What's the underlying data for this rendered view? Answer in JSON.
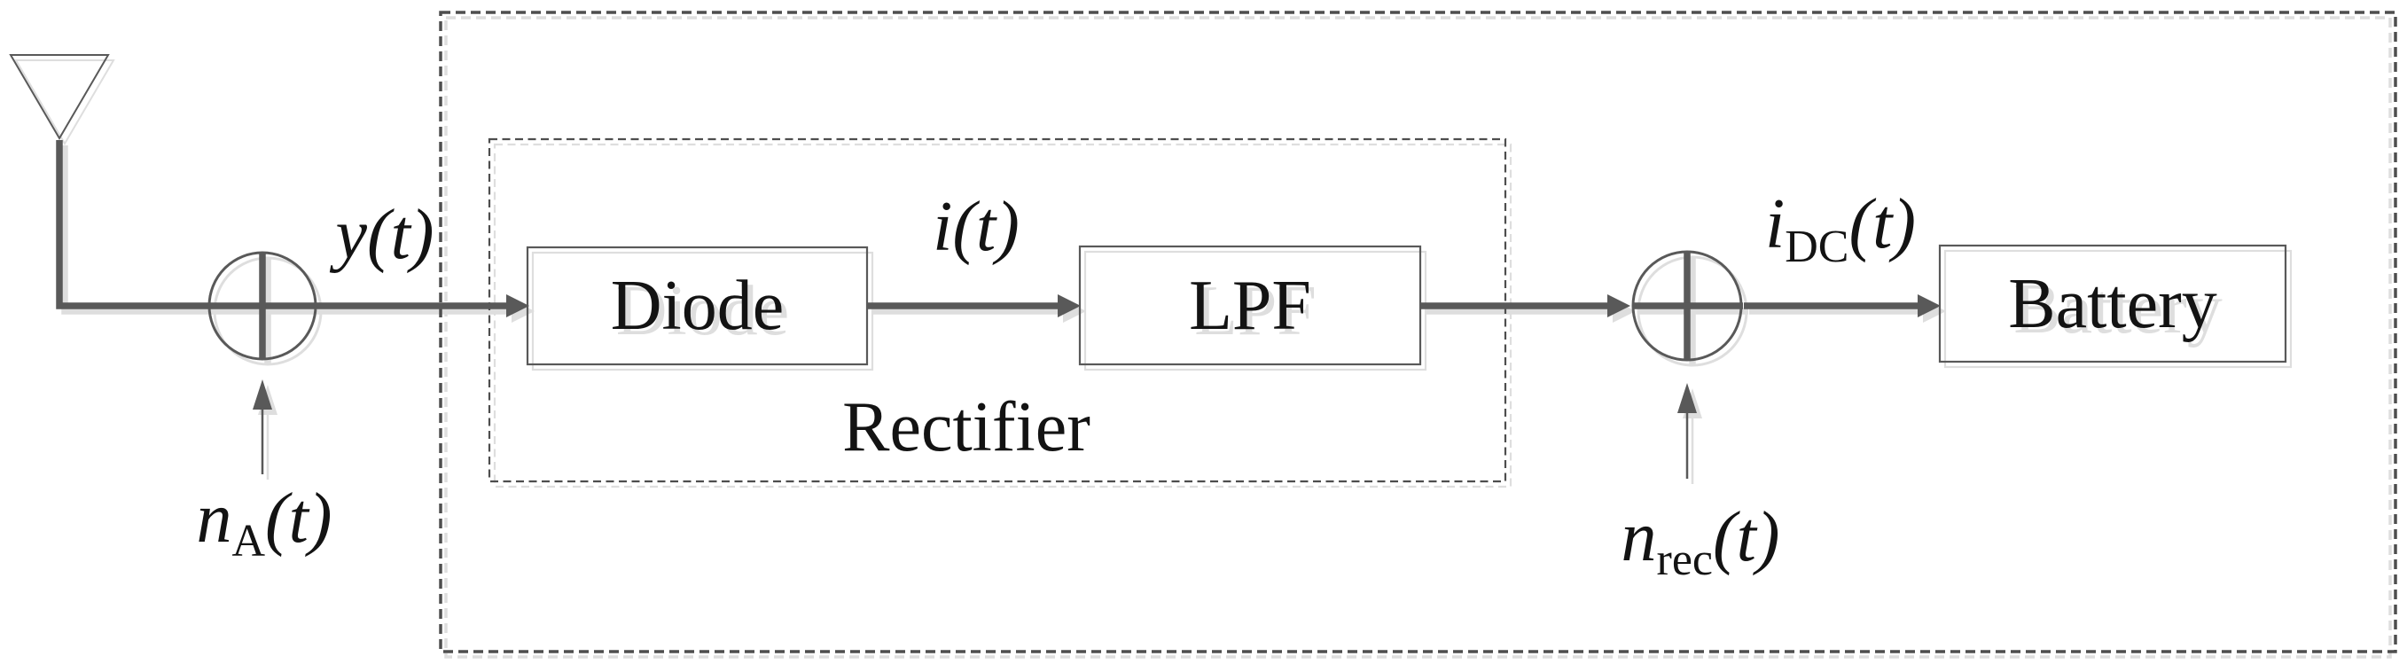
{
  "colors": {
    "background": "#ffffff",
    "line": "#595959",
    "dash": "#4e4e4e",
    "shadow": "#dedede",
    "text": "#131313"
  },
  "blocks": {
    "diode": "Diode",
    "lpf": "LPF",
    "battery": "Battery"
  },
  "groups": {
    "rectifier": "Rectifier"
  },
  "signals": {
    "y": {
      "base": "y",
      "sub": "",
      "arg": "(t)"
    },
    "i": {
      "base": "i",
      "sub": "",
      "arg": "(t)"
    },
    "idc": {
      "base": "i",
      "sub": "DC",
      "arg": "(t)"
    },
    "na": {
      "base": "n",
      "sub": "A",
      "arg": "(t)"
    },
    "nrec": {
      "base": "n",
      "sub": "rec",
      "arg": "(t)"
    }
  }
}
